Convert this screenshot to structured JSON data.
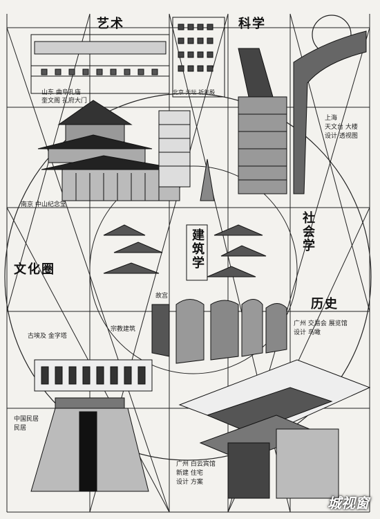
{
  "labels": {
    "art": "艺术",
    "science": "科学",
    "society": "社会学",
    "culture": "文化圈",
    "history": "历史",
    "architecture": "建筑学"
  },
  "captions": {
    "top_left_a": "山东 曲阜孔庙",
    "top_left_b": "奎文阁 孔府大门",
    "center_small": "北京 天坛 祈年殿",
    "right_mid_a": "上海",
    "right_mid_b": "天文台 大楼",
    "right_mid_c": "设计 透视图",
    "sun_yatsen": "南京 中山纪念堂",
    "lower_mid": "宗教建筑",
    "right_bottom_a": "广州 交易会 展览馆",
    "right_bottom_b": "设计 鸟瞰",
    "left_bottom_a": "古埃及 金字塔",
    "left_bottom_b": "中国民居",
    "left_bottom_c": "民居",
    "bottom_mid_a": "广州 白云宾馆",
    "bottom_mid_b": "新建 住宅",
    "bottom_mid_c": "设计 方案",
    "below_arch": "故宫"
  },
  "watermark": "城视窗",
  "colors": {
    "ink": "#111111",
    "paper": "#f3f2ee"
  }
}
